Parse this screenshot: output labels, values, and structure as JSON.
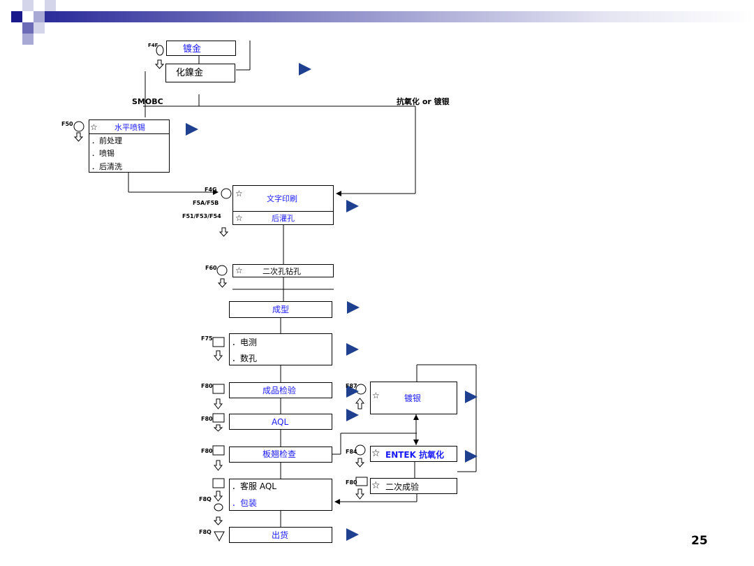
{
  "colors": {
    "label_blue": "#1a1aff",
    "arrow_navy": "#1f3f8f",
    "line": "#000000"
  },
  "header": {
    "square_colors": [
      "#1a1a8c",
      "#6b6bb8",
      "#a9a9d6",
      "#d4d4ea"
    ]
  },
  "flow": {
    "gold": {
      "code": "F4F",
      "label": "镀金"
    },
    "chem_ni": {
      "label": "化鎳金"
    },
    "smobc": "SMOBC",
    "branch_right": "抗氧化  or 镀银",
    "hasl": {
      "code": "F50",
      "title": "水平喷锡",
      "items": [
        "．前处理",
        "．喷锡",
        "．后清洗"
      ]
    },
    "legend": {
      "code": "F4G",
      "title": "文字印刷",
      "sub": "后灌孔",
      "codes2": "F5A/F5B",
      "codes3": "F51/F53/F54"
    },
    "drill2": {
      "code": "F60",
      "label": "二次孔钻孔"
    },
    "profile": {
      "label": "成型"
    },
    "etest": {
      "code": "F75",
      "items": [
        "．电测",
        "．数孔"
      ]
    },
    "fqc": {
      "code": "F80",
      "label": "成品检验"
    },
    "aql": {
      "code": "F80",
      "label": "AQL"
    },
    "warp": {
      "code": "F80",
      "label": "板翘检查"
    },
    "pack": {
      "code": "F8Q",
      "items": [
        "．客服    AQL",
        "．包装"
      ]
    },
    "ship": {
      "code": "F8Q",
      "label": "出货"
    },
    "silver": {
      "code": "F87",
      "label": "镀银"
    },
    "entek": {
      "code": "F84",
      "label": "ENTEK  抗氧化"
    },
    "fqc2": {
      "code": "F80",
      "label": "二次成验"
    }
  },
  "page_number": "25"
}
